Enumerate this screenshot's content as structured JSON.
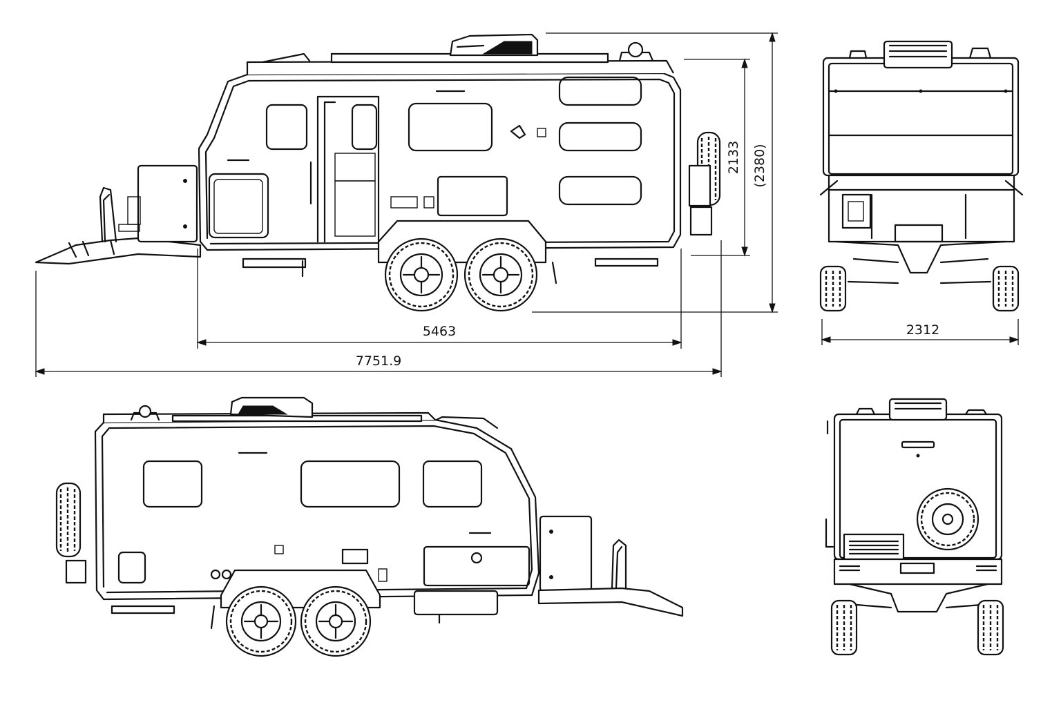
{
  "dimensions": {
    "body_length": "5463",
    "overall_length": "7751.9",
    "body_height": "2133",
    "overall_height": "(2380)",
    "width": "2312"
  },
  "colors": {
    "line": "#111111",
    "background": "#ffffff"
  }
}
